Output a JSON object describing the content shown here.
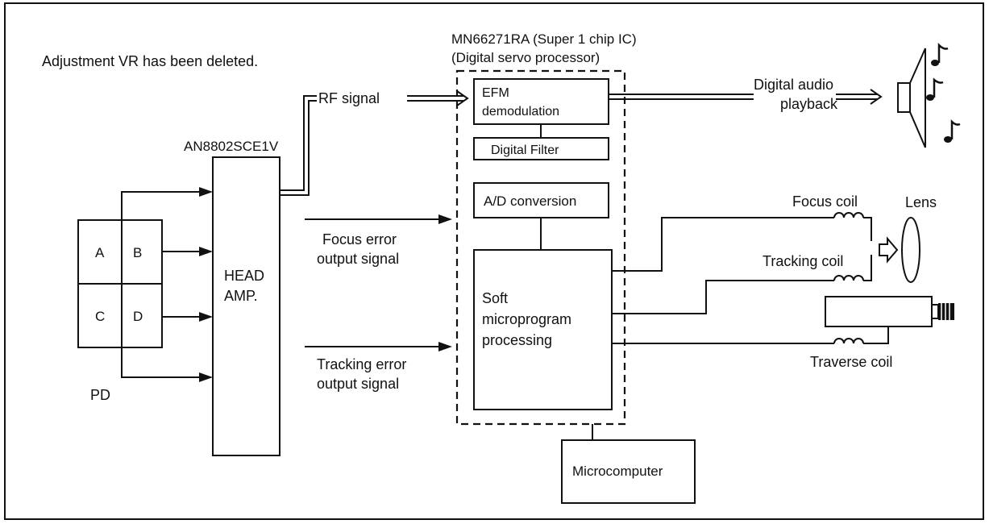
{
  "header": {
    "note": "Adjustment VR has been deleted.",
    "chip_title": "MN66271RA (Super 1 chip IC)",
    "chip_subtitle": "(Digital servo processor)"
  },
  "photodiode": {
    "cells": [
      "A",
      "B",
      "C",
      "D"
    ],
    "label": "PD"
  },
  "head_amp": {
    "part": "AN8802SCE1V",
    "line1": "HEAD",
    "line2": "AMP."
  },
  "signals": {
    "rf": "RF signal",
    "focus_error_1": "Focus error",
    "focus_error_2": "output signal",
    "tracking_error_1": "Tracking error",
    "tracking_error_2": "output signal",
    "audio_1": "Digital audio",
    "audio_2": "playback"
  },
  "blocks": {
    "efm_1": "EFM",
    "efm_2": "demodulation",
    "filter": "Digital Filter",
    "adc": "A/D conversion",
    "soft_1": "Soft",
    "soft_2": "microprogram",
    "soft_3": "processing",
    "micro": "Microcomputer"
  },
  "outputs": {
    "focus_coil": "Focus coil",
    "tracking_coil": "Tracking coil",
    "traverse_coil": "Traverse coil",
    "lens": "Lens"
  },
  "colors": {
    "ink": "#111111",
    "background": "#ffffff"
  },
  "icons": [
    "speaker-icon",
    "music-note-icon",
    "lens-icon",
    "motor-icon",
    "coil-icon"
  ]
}
